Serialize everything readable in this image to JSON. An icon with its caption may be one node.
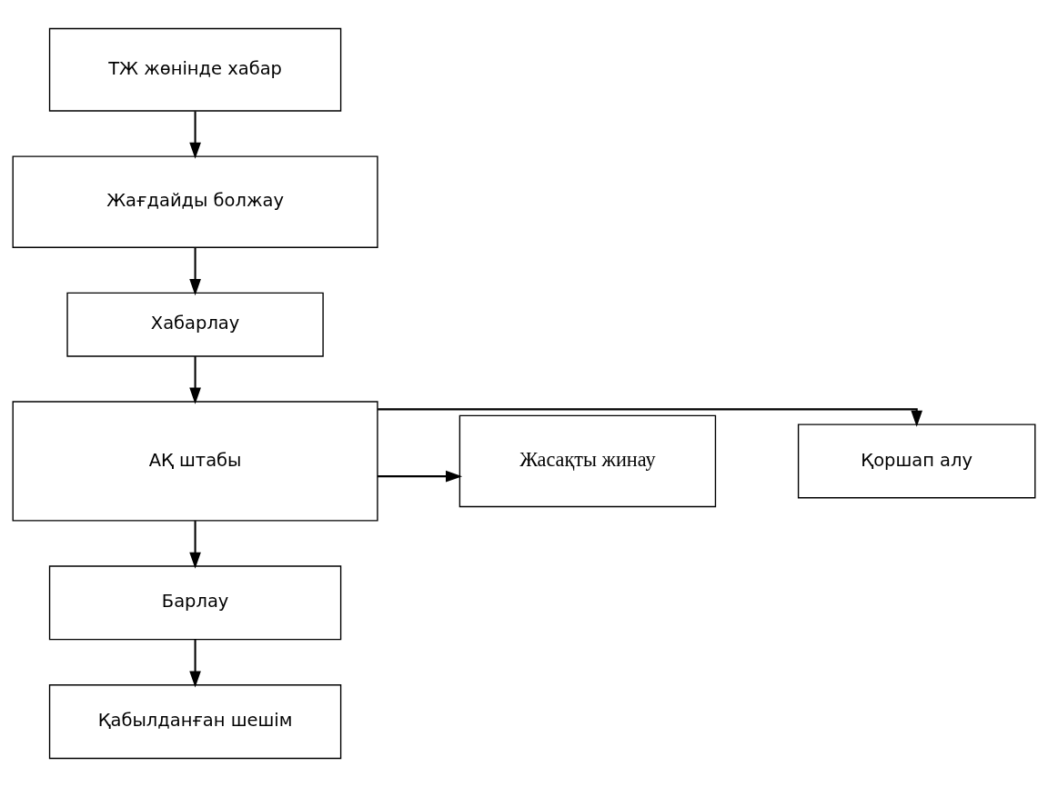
{
  "diagram": {
    "nodes": [
      {
        "text": [
          "ТЖ жөнінде хабар"
        ]
      },
      {
        "text": [
          "Жағдайды болжау"
        ]
      },
      {
        "text": [
          "Хабарлау"
        ]
      },
      {
        "text": [
          "АҚ штабы"
        ]
      },
      {
        "text": [
          "Қоршап алу"
        ]
      },
      {
        "text": [
          "Жасақты жинау"
        ]
      },
      {
        "text": [
          "Барлау"
        ]
      },
      {
        "text": [
          "Қабылданған шешім"
        ]
      }
    ],
    "edges": [
      {
        "from": 0,
        "to": 1,
        "arrow": "to"
      },
      {
        "from": 1,
        "to": 2,
        "arrow": "to"
      },
      {
        "from": 2,
        "to": 3,
        "arrow": "to"
      },
      {
        "from": 3,
        "to": 4,
        "arrow": "to"
      },
      {
        "from": 3,
        "to": 5,
        "arrow": "to"
      },
      {
        "from": 3,
        "to": 6,
        "arrow": "to"
      },
      {
        "from": 6,
        "to": 7,
        "arrow": "to"
      }
    ]
  }
}
